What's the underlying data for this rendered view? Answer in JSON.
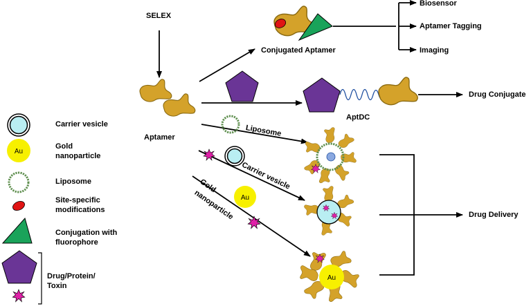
{
  "colors": {
    "aptamer": "#d4a22a",
    "aptamer_stroke": "#8a6a12",
    "drug": "#6a3596",
    "gold": "#f7f000",
    "vesicle": "#b9eef2",
    "liposome": "#5f8f4f",
    "fluorophore": "#1aa35a",
    "modification": "#e01414",
    "toxin": "#e020a8",
    "linker": "#1f4fa0",
    "core": "#8aa8e0"
  },
  "labels": {
    "selex": "SELEX",
    "aptamer": "Aptamer",
    "conjugated_aptamer": "Conjugated Aptamer",
    "aptdc": "AptDC",
    "biosensor": "Biosensor",
    "aptamer_tagging": "Aptamer Tagging",
    "imaging": "Imaging",
    "drug_conjugate": "Drug Conjugate",
    "drug_delivery": "Drug Delivery",
    "liposome_path": "Liposome",
    "carrier_path": "Carrier vesicle",
    "gold_path_1": "Gold",
    "gold_path_2": "nanoparticle",
    "au": "Au"
  },
  "legend": {
    "carrier_vesicle": "Carrier vesicle",
    "gold_1": "Gold",
    "gold_2": "nanoparticle",
    "liposome": "Liposome",
    "site_1": "Site-specific",
    "site_2": "modifications",
    "conj_1": "Conjugation with",
    "conj_2": "fluorophore",
    "drug_1": "Drug/Protein/",
    "drug_2": "Toxin"
  }
}
